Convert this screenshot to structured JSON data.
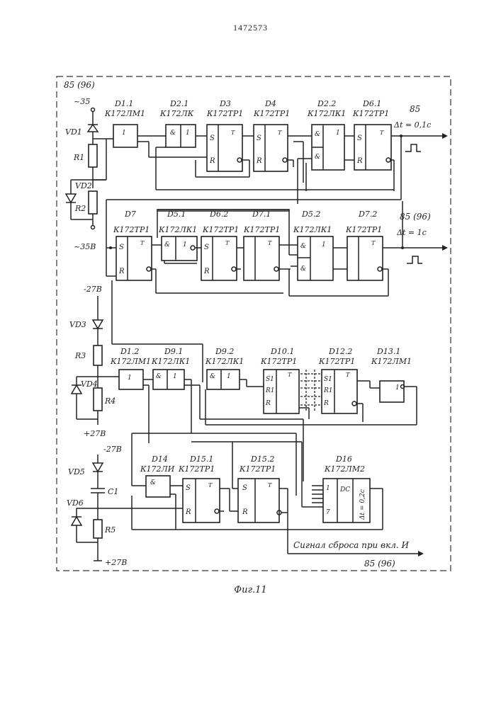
{
  "page_number": "1472573",
  "figure_caption": "Фиг.11",
  "frame_label": "85 (96)",
  "blocks": {
    "D1_1": {
      "name": "D1.1",
      "type": "К172ЛМ1"
    },
    "D2_1": {
      "name": "D2.1",
      "type": "К172ЛК"
    },
    "D3": {
      "name": "D3",
      "type": "К172ТР1"
    },
    "D4": {
      "name": "D4",
      "type": "К172ТР1"
    },
    "D2_2": {
      "name": "D2.2",
      "type": "К172ЛК1"
    },
    "D6_1": {
      "name": "D6.1",
      "type": "К172ТР1"
    },
    "D7": {
      "name": "D7",
      "type": "К172ТР1"
    },
    "D5_1": {
      "name": "D5.1",
      "type": "К172ЛК1"
    },
    "D6_2": {
      "name": "D6.2",
      "type": "К172ТР1"
    },
    "D7_1": {
      "name": "D7.1",
      "type": "К172ТР1"
    },
    "D5_2": {
      "name": "D5.2",
      "type": "К172ЛК1"
    },
    "D7_2": {
      "name": "D7.2",
      "type": "К172ТР1"
    },
    "D1_2": {
      "name": "D1.2",
      "type": "К172ЛМ1"
    },
    "D9_1": {
      "name": "D9.1",
      "type": "К172ЛК1"
    },
    "D9_2": {
      "name": "D9.2",
      "type": "К172ЛК1"
    },
    "D10_1": {
      "name": "D10.1",
      "type": "К172ТР1"
    },
    "D12_2": {
      "name": "D12.2",
      "type": "К172ТР1"
    },
    "D13_1": {
      "name": "D13.1",
      "type": "К172ЛМ1"
    },
    "D14": {
      "name": "D14",
      "type": "К172ЛИ"
    },
    "D15_1": {
      "name": "D15.1",
      "type": "К172ТР1"
    },
    "D15_2": {
      "name": "D15.2",
      "type": "К172ТР1"
    },
    "D16": {
      "name": "D16",
      "type": "К172ЛМ2"
    }
  },
  "components": {
    "VD1": "VD1",
    "VD2": "VD2",
    "VD3": "VD3",
    "VD4": "VD4",
    "VD5": "VD5",
    "VD6": "VD6",
    "R1": "R1",
    "R2": "R2",
    "R3": "R3",
    "R4": "R4",
    "R5": "R5",
    "C1": "C1"
  },
  "supplies": {
    "top1": "~35",
    "bottom1": "~35В",
    "top2": "-27В",
    "bottom2": "+27В",
    "top3": "-27В",
    "bottom3": "+27В"
  },
  "outputs": {
    "out1_label": "85",
    "out1_dt": "Δt = 0,1с",
    "out2_label": "85 (96)",
    "out2_dt": "Δt = 1с",
    "reset_signal": "Сигнал сброса при вкл. И",
    "reset_dest": "85 (96)"
  },
  "gate_symbols": {
    "or": "1",
    "and": "&",
    "s": "S",
    "r": "R",
    "t": "T",
    "s1": "S1",
    "r1": "R1",
    "dc": "DC",
    "pin1": "1",
    "pin7": "7",
    "dt_d16": "Δt = 0,2с"
  }
}
